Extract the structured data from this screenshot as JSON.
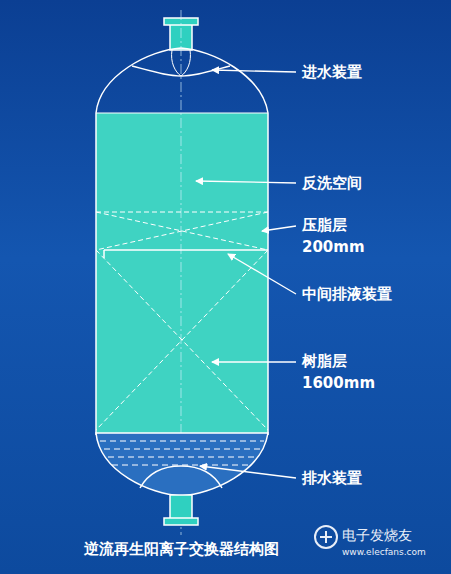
{
  "diagram": {
    "caption": "逆流再生阳离子交换器结构图",
    "labels": [
      "进水装置",
      "反洗空间",
      "压脂层 200mm",
      "中间排液装置",
      "树脂层 1600mm",
      "排水装置",
      "电子发烧友",
      "www.elecfans.com"
    ]
  }
}
